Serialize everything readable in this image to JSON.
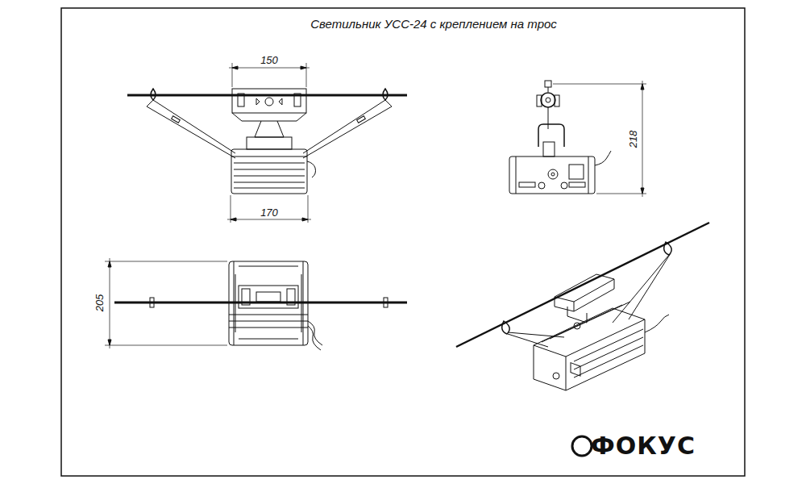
{
  "diagram": {
    "title": "Светильник УСС-24 с креплением на трос",
    "labels": [
      "150",
      "170",
      "218",
      "205",
      "ФОКУС"
    ]
  }
}
